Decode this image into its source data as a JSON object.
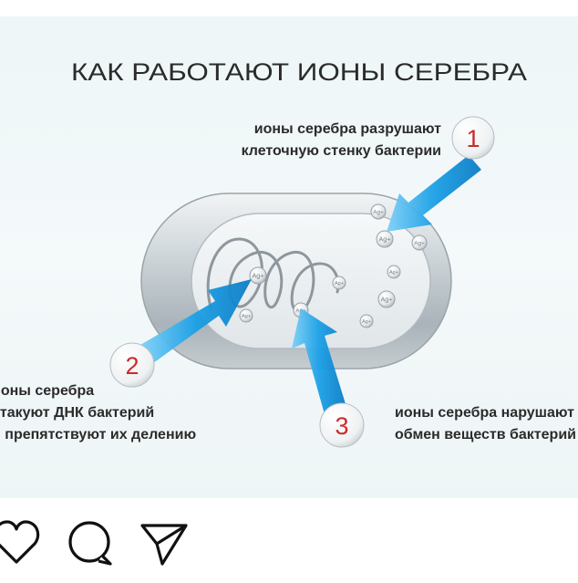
{
  "diagram": {
    "title": "КАК РАБОТАЮТ ИОНЫ СЕРЕБРА",
    "ion_label": "Ag+",
    "steps": [
      {
        "number": "1",
        "lines": [
          "ионы серебра разрушают",
          "клеточную стенку бактерии"
        ]
      },
      {
        "number": "2",
        "lines": [
          "ионы серебра",
          "атакуют ДНК бактерий",
          "и препятствуют их делению"
        ]
      },
      {
        "number": "3",
        "lines": [
          "ионы серебра нарушают",
          "обмен веществ бактерий"
        ]
      }
    ]
  },
  "actions": [
    {
      "name": "like",
      "icon": "heart-icon"
    },
    {
      "name": "comment",
      "icon": "comment-icon"
    },
    {
      "name": "share",
      "icon": "send-icon"
    }
  ],
  "colors": {
    "title": "#b04a3a",
    "arrow": "#1aa0e6",
    "badge_number": "#cc2a2a",
    "text": "#2b2b2b"
  }
}
